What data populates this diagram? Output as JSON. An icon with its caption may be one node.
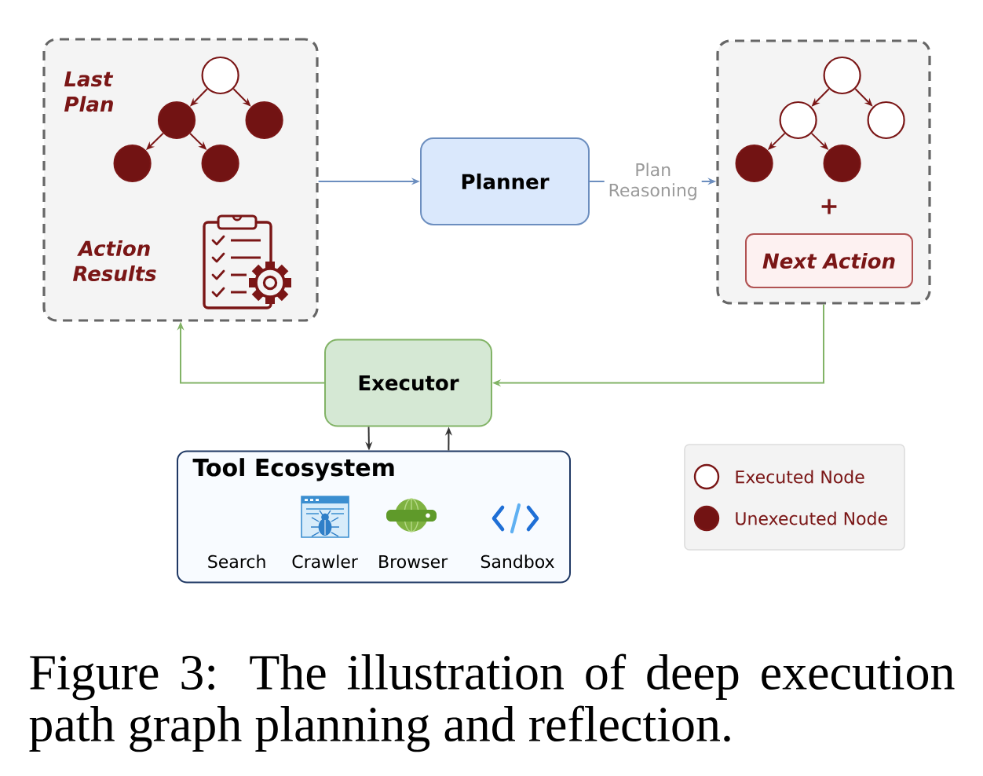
{
  "diagram": {
    "caption": "Figure 3: The illustration of deep execution path graph planning and reflection.",
    "nodes": [
      {
        "text": [
          "Last Plan",
          "Action Results"
        ]
      },
      {
        "text": [],
        "shape": "circle",
        "in": 0
      },
      {
        "text": [],
        "shape": "circle",
        "in": 0
      },
      {
        "text": [],
        "shape": "circle",
        "in": 0
      },
      {
        "text": [],
        "shape": "circle",
        "in": 0
      },
      {
        "text": [],
        "shape": "circle",
        "in": 0
      },
      {
        "text": [
          "Planner"
        ]
      },
      {
        "text": [
          "+"
        ]
      },
      {
        "text": [],
        "shape": "circle",
        "in": 7
      },
      {
        "text": [],
        "shape": "circle",
        "in": 7
      },
      {
        "text": [],
        "shape": "circle",
        "in": 7
      },
      {
        "text": [],
        "shape": "circle",
        "in": 7
      },
      {
        "text": [],
        "shape": "circle",
        "in": 7
      },
      {
        "text": [
          "Next Action"
        ],
        "in": 7
      },
      {
        "text": [
          "Executor"
        ]
      },
      {
        "text": [
          "Tool Ecosystem",
          "Search",
          "Crawler",
          "Browser",
          "Sandbox"
        ]
      }
    ],
    "edges": [
      {
        "from": 0,
        "to": 6,
        "arrow": "to",
        "color": "#6c8ebf"
      },
      {
        "from": 6,
        "to": 7,
        "arrow": "to",
        "label": "Plan Reasoning",
        "color": "#6c8ebf"
      },
      {
        "from": 7,
        "to": 14,
        "arrow": "to",
        "color": "#82b366"
      },
      {
        "from": 14,
        "to": 0,
        "arrow": "to",
        "color": "#82b366"
      },
      {
        "from": 14,
        "to": 15,
        "arrow": "to",
        "color": "#333333"
      },
      {
        "from": 15,
        "to": 14,
        "arrow": "to",
        "color": "#333333"
      },
      {
        "from": 1,
        "to": 2,
        "arrow": "to"
      },
      {
        "from": 1,
        "to": 3,
        "arrow": "to"
      },
      {
        "from": 2,
        "to": 4,
        "arrow": "to"
      },
      {
        "from": 2,
        "to": 5,
        "arrow": "to"
      },
      {
        "from": 8,
        "to": 9,
        "arrow": "to"
      },
      {
        "from": 8,
        "to": 10,
        "arrow": "to"
      },
      {
        "from": 9,
        "to": 11,
        "arrow": "to"
      },
      {
        "from": 9,
        "to": 12,
        "arrow": "to"
      }
    ],
    "legend": [
      {
        "text": "Executed Node",
        "color": "#ffffff"
      },
      {
        "text": "Unexecuted Node",
        "color": "#721313"
      }
    ]
  }
}
